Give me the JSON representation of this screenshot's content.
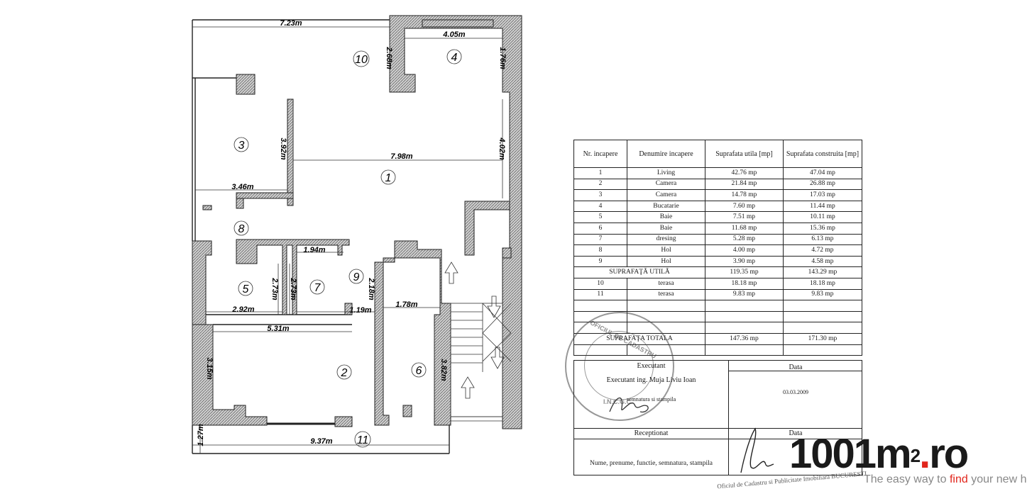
{
  "plan": {
    "rooms": [
      {
        "id": "1"
      },
      {
        "id": "2"
      },
      {
        "id": "3"
      },
      {
        "id": "4"
      },
      {
        "id": "5"
      },
      {
        "id": "6"
      },
      {
        "id": "7"
      },
      {
        "id": "8"
      },
      {
        "id": "9"
      },
      {
        "id": "10"
      },
      {
        "id": "11"
      }
    ],
    "dims": {
      "d723": "7.23m",
      "d405": "4.05m",
      "d268": "2.68m",
      "d176": "1.76m",
      "d392": "3.92m",
      "d798": "7.98m",
      "d402": "4.02m",
      "d346": "3.46m",
      "d194": "1.94m",
      "d273a": "2.73m",
      "d273b": "2.73m",
      "d218": "2.18m",
      "d292": "2.92m",
      "d119": "1.19m",
      "d178": "1.78m",
      "d531": "5.31m",
      "d315": "3.15m",
      "d382": "3.82m",
      "d127": "1.27m",
      "d937": "9.37m"
    }
  },
  "table": {
    "headers": [
      "Nr. incapere",
      "Denumire incapere",
      "Suprafata utila [mp]",
      "Suprafata construita [mp]"
    ],
    "rows": [
      [
        "1",
        "Living",
        "42.76 mp",
        "47.04 mp"
      ],
      [
        "2",
        "Camera",
        "21.84 mp",
        "26.88 mp"
      ],
      [
        "3",
        "Camera",
        "14.78 mp",
        "17.03 mp"
      ],
      [
        "4",
        "Bucatarie",
        "7.60 mp",
        "11.44 mp"
      ],
      [
        "5",
        "Baie",
        "7.51 mp",
        "10.11 mp"
      ],
      [
        "6",
        "Baie",
        "11.68 mp",
        "15.36 mp"
      ],
      [
        "7",
        "dresing",
        "5.28 mp",
        "6.13 mp"
      ],
      [
        "8",
        "Hol",
        "4.00 mp",
        "4.72 mp"
      ],
      [
        "9",
        "Hol",
        "3.90 mp",
        "4.58 mp"
      ]
    ],
    "util_label": "SUPRAFAŢĂ UTILĂ",
    "util_utila": "119.35 mp",
    "util_constr": "143.29 mp",
    "extra_rows": [
      [
        "10",
        "terasa",
        "18.18 mp",
        "18.18 mp"
      ],
      [
        "11",
        "terasa",
        "9.83 mp",
        "9.83 mp"
      ]
    ],
    "total_label": "SUPRAFAŢA TOTALA",
    "total_utila": "147.36 mp",
    "total_constr": "171.30 mp"
  },
  "sign": {
    "executant_label": "Executant",
    "executant_name": "Executant ing. Muja Liviu Ioan",
    "executant_note": "semnatura si stampila",
    "data_label": "Data",
    "date": "03.03.2009",
    "receptionat_label": "Receptionat",
    "data_label2": "Data",
    "receptionat_note": "Nume, prenume, functie, semnatura, stampila"
  },
  "stamp": {
    "text": "OFICIUL DE CADASTRU",
    "initials": "I.N.C.G.C."
  },
  "logo": {
    "brand_a": "1001m",
    "brand_sup": "2",
    "brand_dot": ".",
    "brand_b": "ro",
    "tag_a": "The easy way to ",
    "tag_b": "find",
    "tag_c": " your new home"
  },
  "bottom_stamp": "Oficiul de Cadastru si Publicitate Imobiliara BUCURESTI"
}
